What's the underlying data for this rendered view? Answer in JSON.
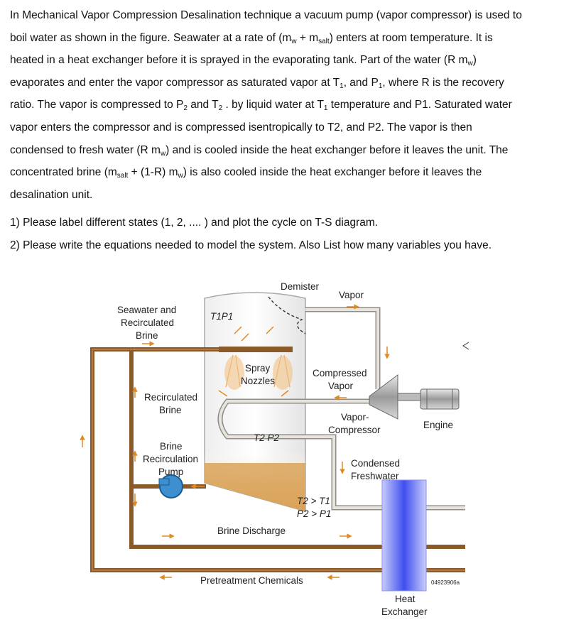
{
  "problem": {
    "paragraph_lines": [
      [
        "In Mechanical Vapor Compression Desalination technique a vacuum pump (vapor compressor) is used to"
      ],
      [
        "boil water as shown in the figure. Seawater at a rate of (m",
        {
          "sub": "w"
        },
        " + m",
        {
          "sub": "salt"
        },
        ") enters at room temperature. It is"
      ],
      [
        "heated in a heat exchanger before it is sprayed in the evaporating tank. Part of the water (R m",
        {
          "sub": "w"
        },
        ")"
      ],
      [
        "evaporates and enter the vapor compressor as saturated vapor at T",
        {
          "sub": "1"
        },
        ", and P",
        {
          "sub": "1"
        },
        ", where R is the recovery"
      ],
      [
        "ratio. The vapor is compressed to P",
        {
          "sub": "2"
        },
        " and T",
        {
          "sub": "2"
        },
        " . by liquid water at T",
        {
          "sub": "1"
        },
        " temperature and P1. Saturated water"
      ],
      [
        "vapor enters the compressor and is compressed isentropically to T2, and P2. The vapor is then"
      ],
      [
        "condensed to fresh water (R m",
        {
          "sub": "w"
        },
        ") and is cooled inside the heat exchanger before it leaves the unit. The"
      ],
      [
        "concentrated brine (m",
        {
          "sub": "salt"
        },
        " + (1-R) m",
        {
          "sub": "w"
        },
        ") is also cooled inside the heat exchanger before it leaves the"
      ],
      [
        "desalination unit."
      ]
    ],
    "question_1": "1) Please label different states (1, 2, .... ) and plot the cycle on T-S diagram.",
    "question_2": "2) Please write the equations needed to model the system. Also List how many variables you have."
  },
  "figure": {
    "labels": {
      "demister": "Demister",
      "vapor": "Vapor",
      "seawater_line1": "Seawater and",
      "seawater_line2": "Recirculated",
      "seawater_line3": "Brine",
      "t1p1": "T1P1",
      "spray_line1": "Spray",
      "spray_line2": "Nozzles",
      "compressed_line1": "Compressed",
      "compressed_line2": "Vapor",
      "recirc_brine_line1": "Recirculated",
      "recirc_brine_line2": "Brine",
      "vapor_comp_line1": "Vapor-",
      "vapor_comp_line2": "Compressor",
      "engine": "Engine",
      "t2p2": "T2 P2",
      "brine_recirc_line1": "Brine",
      "brine_recirc_line2": "Recirculation",
      "brine_recirc_line3": "Pump",
      "condensed_line1": "Condensed",
      "condensed_line2": "Freshwater",
      "t2gt": "T2 > T1",
      "p2gt": "P2 > P1",
      "brine_discharge": "Brine Discharge",
      "pretreatment": "Pretreatment Chemicals",
      "figure_code": "04923906a",
      "heat_line1": "Heat",
      "heat_line2": "Exchanger"
    },
    "colors": {
      "pipe_brown": "#8a5a2b",
      "brine_fill": "#d9a35a",
      "pump_blue": "#3d8fd0",
      "heat_exchanger_blue": "#4f5df0",
      "vapor_pipe": "#cfc7b4"
    }
  }
}
